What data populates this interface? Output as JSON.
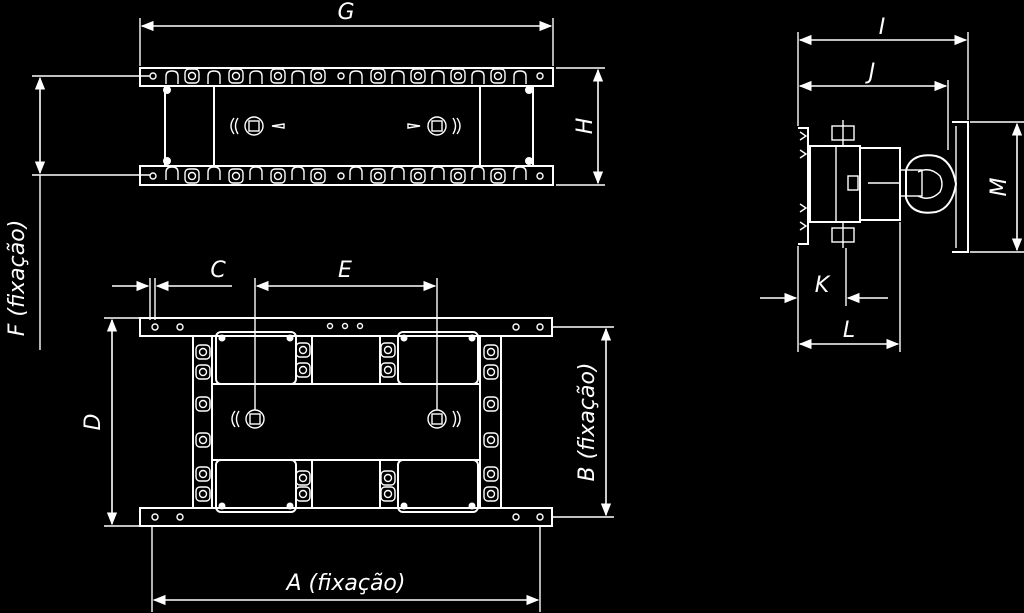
{
  "labels": {
    "a": "A (fixação)",
    "b": "B (fixação)",
    "c": "C",
    "d": "D",
    "e": "E",
    "f": "F (fixação)",
    "g": "G",
    "h": "H",
    "i": "I",
    "j": "J",
    "k": "K",
    "l": "L",
    "m": "M"
  },
  "colors": {
    "background": "#000000",
    "line": "#ffffff"
  }
}
